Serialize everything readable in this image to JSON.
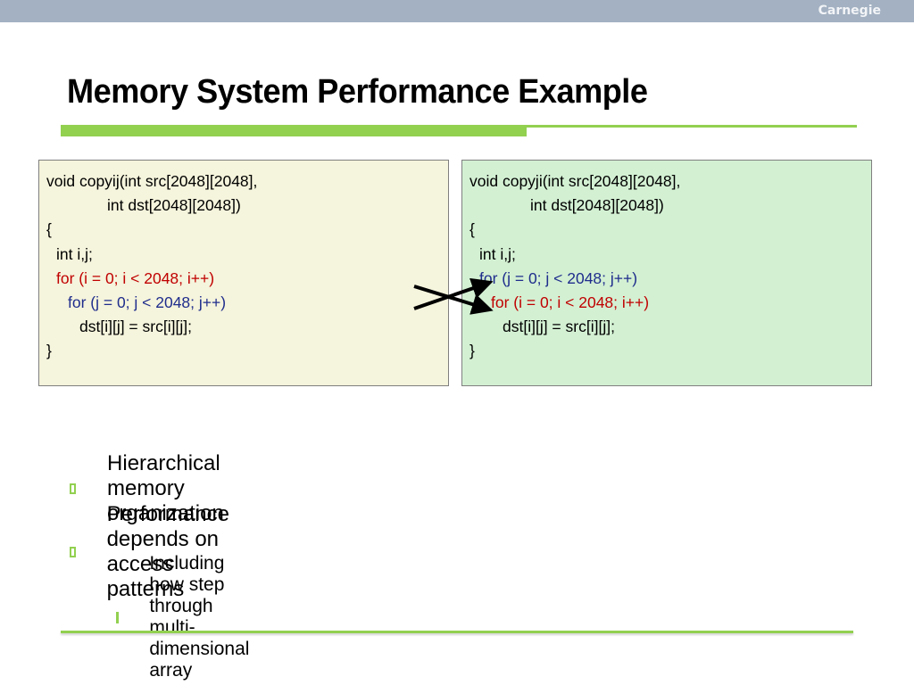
{
  "header": {
    "brand": "Carnegie"
  },
  "slide": {
    "title": "Memory System Performance Example",
    "colors": {
      "accent": "#92d050",
      "loop_i": "#c00000",
      "loop_j": "#1f2d8c",
      "left_box_bg": "#f5f4dc",
      "right_box_bg": "#d3f0d3"
    }
  },
  "code_left": {
    "lines": [
      "void copyij(int src[2048][2048],",
      "            int dst[2048][2048])",
      "{",
      "  int i,j;",
      "  for (i = 0; i < 2048; i++)",
      "    for (j = 0; j < 2048; j++)",
      "      dst[i][j] = src[i][j];",
      "}"
    ]
  },
  "code_right": {
    "lines": [
      "void copyji(int src[2048][2048],",
      "            int dst[2048][2048])",
      "{",
      "  int i,j;",
      "  for (j = 0; j < 2048; j++)",
      "    for (i = 0; i < 2048; i++)",
      "      dst[i][j] = src[i][j];",
      "}"
    ]
  },
  "bullets": [
    {
      "level": 1,
      "text": "Hierarchical memory organization"
    },
    {
      "level": 1,
      "text": "Performance depends on access patterns"
    },
    {
      "level": 2,
      "text": "Including how step through multi-dimensional array"
    }
  ]
}
